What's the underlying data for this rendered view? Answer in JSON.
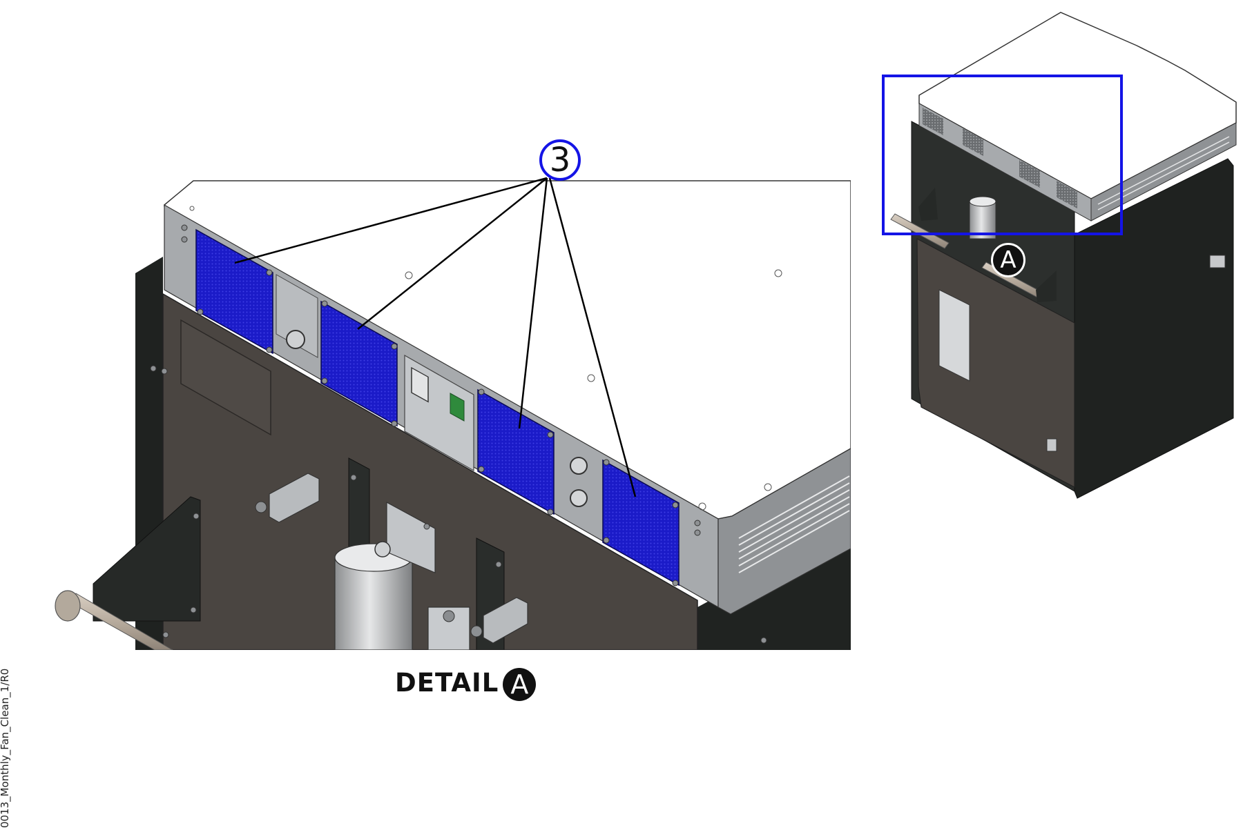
{
  "drawing_id": "0013_Monthly_Fan_Clean_1/R0",
  "callout_number": "3",
  "detail_caption": "DETAIL",
  "detail_letter": "A",
  "reference_letter": "A",
  "colors": {
    "fan_filter": "#1b1bc8",
    "callout_ring": "#1414e6",
    "panel_dark": "#4a4541",
    "cabinet_black": "#1f2220",
    "top_white": "#ffffff",
    "bezel_grey": "#9fa2a4"
  }
}
